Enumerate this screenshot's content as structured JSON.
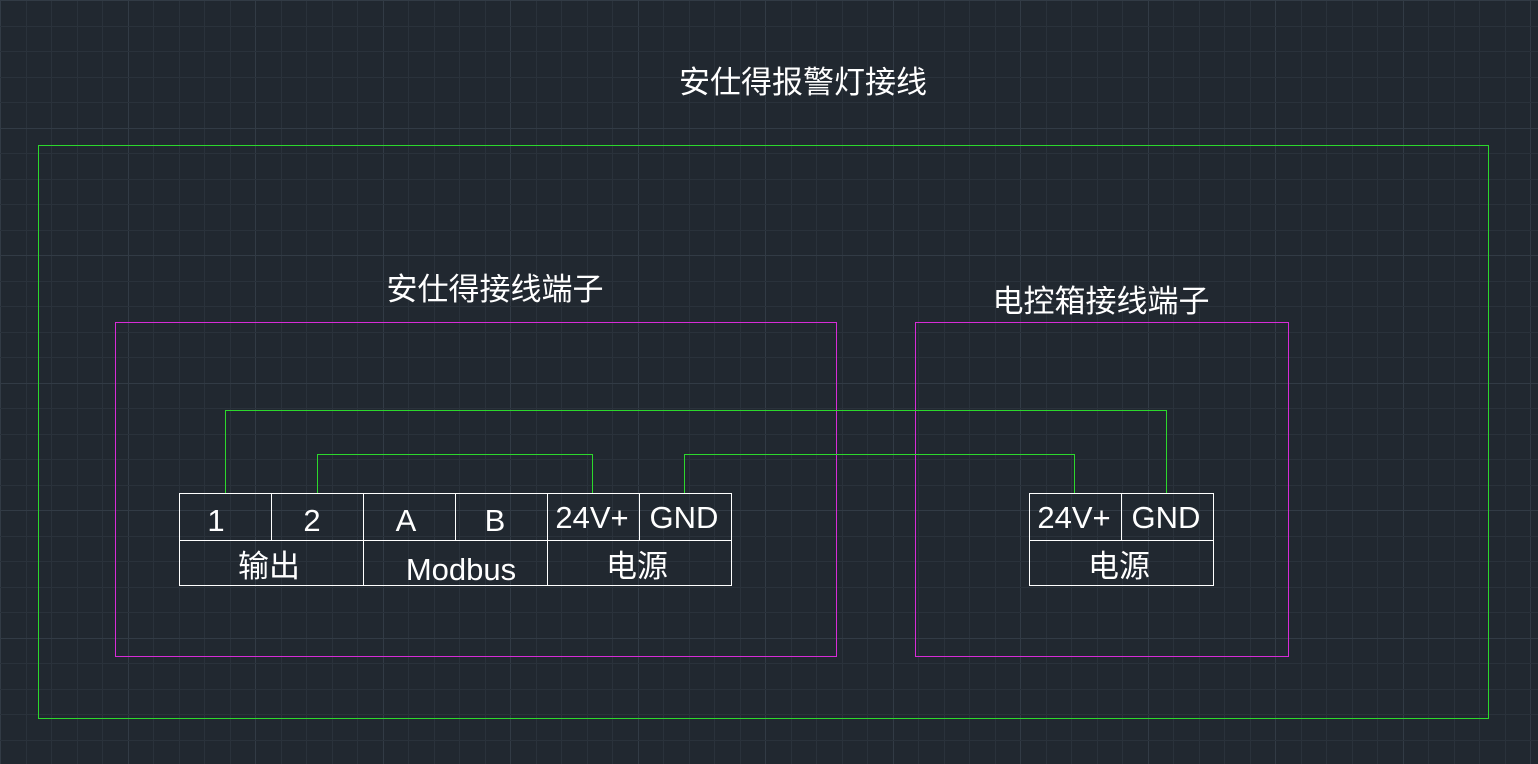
{
  "title": "安仕得报警灯接线",
  "left_block": {
    "label": "安仕得接线端子",
    "terminals": [
      "1",
      "2",
      "A",
      "B",
      "24V+",
      "GND"
    ],
    "groups": [
      "输出",
      "Modbus",
      "电源"
    ]
  },
  "right_block": {
    "label": "电控箱接线端子",
    "terminals": [
      "24V+",
      "GND"
    ],
    "groups": [
      "电源"
    ]
  },
  "colors": {
    "background": "#212830",
    "outer_frame": "#2cd82c",
    "block_frame": "#d72cd7",
    "wire": "#2cd82c",
    "terminal_outline": "#ffffff",
    "text": "#ffffff"
  },
  "connections": [
    {
      "from": "安仕得接线端子.1",
      "to": "电控箱接线端子.GND"
    },
    {
      "from": "安仕得接线端子.2",
      "to": "安仕得接线端子.24V+"
    },
    {
      "from": "安仕得接线端子.GND",
      "to": "电控箱接线端子.24V+"
    }
  ]
}
